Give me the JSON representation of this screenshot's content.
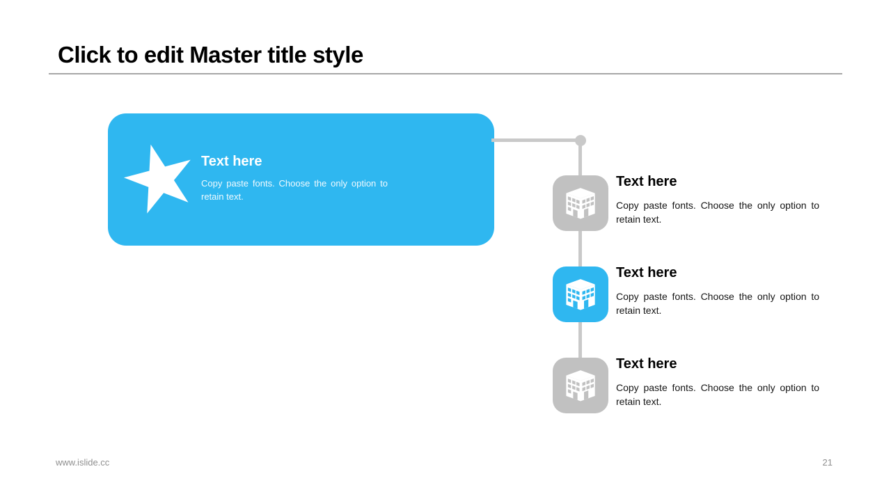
{
  "slide": {
    "title": "Click to edit Master title style",
    "footer_url": "www.islide.cc",
    "page_number": "21"
  },
  "feature_card": {
    "icon": "star-icon",
    "heading": "Text here",
    "body": "Copy paste fonts. Choose the only option to retain text."
  },
  "timeline": {
    "items": [
      {
        "icon": "building-icon",
        "style": "gray",
        "heading": "Text here",
        "body": "Copy paste fonts. Choose the only option to retain text."
      },
      {
        "icon": "building-icon",
        "style": "blue",
        "heading": "Text here",
        "body": "Copy paste fonts. Choose the only option to retain text."
      },
      {
        "icon": "building-icon",
        "style": "gray",
        "heading": "Text here",
        "body": "Copy paste fonts. Choose the only option to retain text."
      }
    ]
  },
  "colors": {
    "accent_blue": "#2fb7f0",
    "neutral_gray": "#c1c1c1",
    "connector_gray": "#c9c9c9",
    "title_rule_gray": "#a6a6a6",
    "footer_gray": "#8f8f8f"
  }
}
